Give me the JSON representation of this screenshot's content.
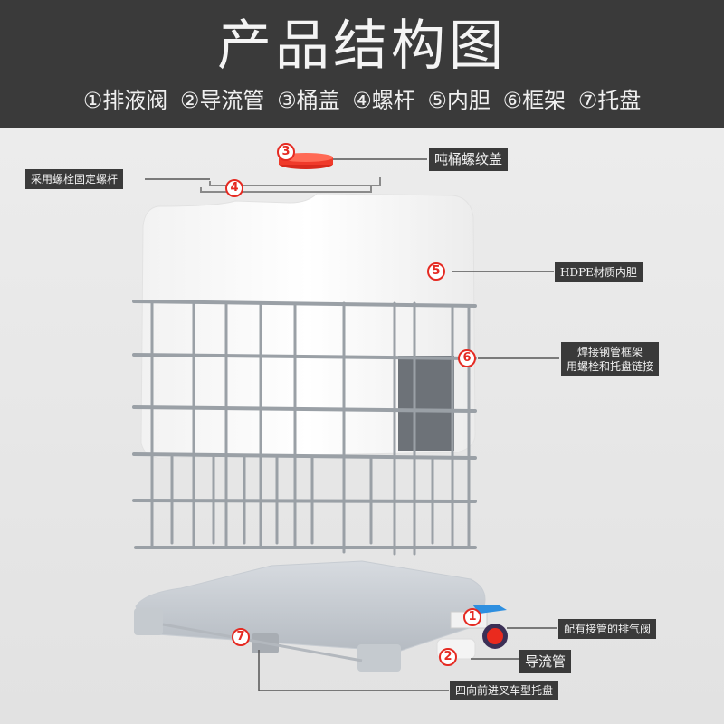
{
  "header": {
    "title": "产品结构图",
    "parts": [
      {
        "num": "①",
        "name": "排液阀"
      },
      {
        "num": "②",
        "name": "导流管"
      },
      {
        "num": "③",
        "name": "桶盖"
      },
      {
        "num": "④",
        "name": "螺杆"
      },
      {
        "num": "⑤",
        "name": "内胆"
      },
      {
        "num": "⑥",
        "name": "框架"
      },
      {
        "num": "⑦",
        "name": "托盘"
      }
    ]
  },
  "callouts": {
    "lid": {
      "badge": "3",
      "label": "吨桶螺纹盖"
    },
    "screw": {
      "badge": "4",
      "label": "采用螺栓固定螺杆"
    },
    "liner": {
      "badge": "5",
      "label": "HDPE材质内胆"
    },
    "frame": {
      "badge": "6",
      "label_line1": "焊接钢管框架",
      "label_line2": "用螺栓和托盘链接"
    },
    "valve": {
      "badge": "1",
      "label": "配有接管的排气阀"
    },
    "pipe": {
      "badge": "2",
      "label": "导流管"
    },
    "pallet": {
      "badge": "7",
      "label": "四向前进叉车型托盘"
    }
  },
  "colors": {
    "header_bg": "#3a3a3a",
    "background": "#e4e4e4",
    "badge_red": "#e52a22",
    "lid_red": "#f03a2a",
    "valve_blue": "#2e8fe0"
  }
}
